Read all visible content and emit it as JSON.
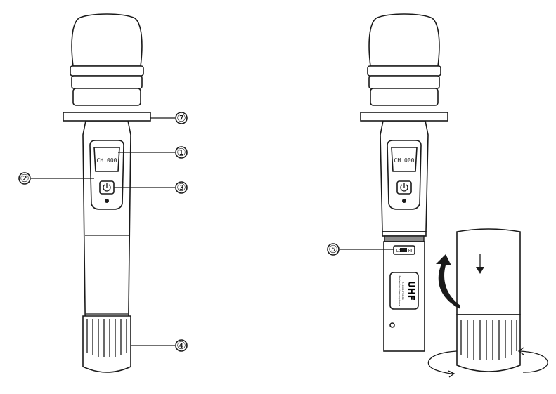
{
  "lcd_text": "CH 000",
  "callouts": [
    "①",
    "②",
    "③",
    "④",
    "⑤",
    "⑦"
  ],
  "switch_labels": {
    "lo": "LO",
    "hi": "HI"
  },
  "battery_label": {
    "brand": "UHF",
    "range": "740.00-790.00",
    "subtitle": "Professional microphone"
  },
  "colors": {
    "line": "#1a1a1a",
    "shade": "#8a8a8a"
  }
}
